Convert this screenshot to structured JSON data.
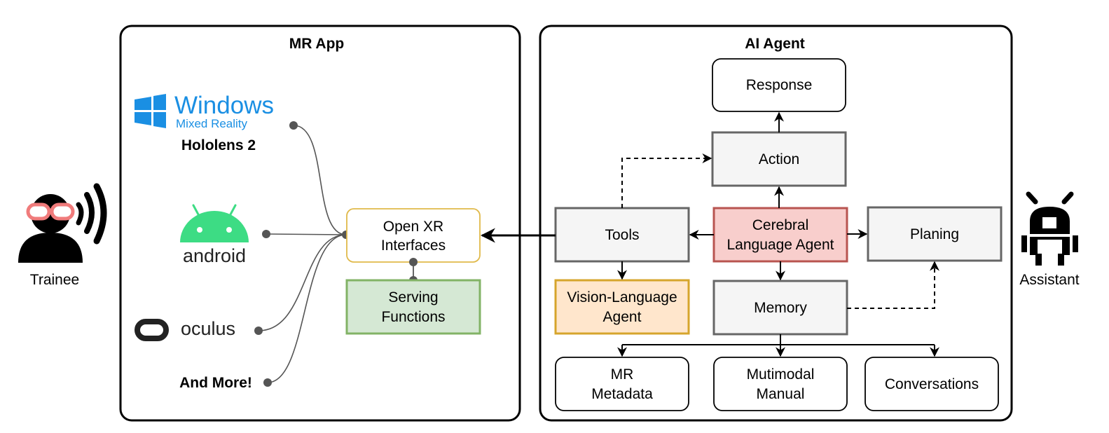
{
  "panels": {
    "mr_app": {
      "title": "MR App"
    },
    "ai_agent": {
      "title": "AI Agent"
    }
  },
  "people": {
    "trainee": {
      "label": "Trainee"
    },
    "assistant": {
      "label": "Assistant"
    }
  },
  "platforms": {
    "windows": {
      "logo_text": "Windows",
      "logo_sub": "Mixed Reality",
      "caption": "Hololens 2",
      "color": "#1a8fe3"
    },
    "android": {
      "logo_text": "android",
      "color": "#3ddc84"
    },
    "oculus": {
      "logo_text": "oculus",
      "color": "#222222"
    },
    "more": {
      "caption": "And More!"
    }
  },
  "boxes": {
    "open_xr": {
      "line1": "Open XR",
      "line2": "Interfaces",
      "stroke": "#e0b94a",
      "fill": "#ffffff"
    },
    "serving": {
      "line1": "Serving",
      "line2": "Functions",
      "stroke": "#82b366",
      "fill": "#d5e8d4"
    },
    "response": {
      "line1": "Response"
    },
    "action": {
      "line1": "Action"
    },
    "tools": {
      "line1": "Tools"
    },
    "cerebral": {
      "line1": "Cerebral",
      "line2": "Language Agent",
      "stroke": "#b85450",
      "fill": "#f8cecc"
    },
    "planing": {
      "line1": "Planing"
    },
    "vision": {
      "line1": "Vision-Language",
      "line2": "Agent",
      "stroke": "#d6a52c",
      "fill": "#ffe6cc"
    },
    "memory": {
      "line1": "Memory"
    },
    "mr_metadata": {
      "line1": "MR",
      "line2": "Metadata"
    },
    "manual": {
      "line1": "Mutimodal",
      "line2": "Manual"
    },
    "conversations": {
      "line1": "Conversations"
    }
  },
  "colors": {
    "grey_box_fill": "#f5f5f5",
    "grey_box_stroke": "#666666",
    "trainee_glasses": "#f07b7b"
  }
}
